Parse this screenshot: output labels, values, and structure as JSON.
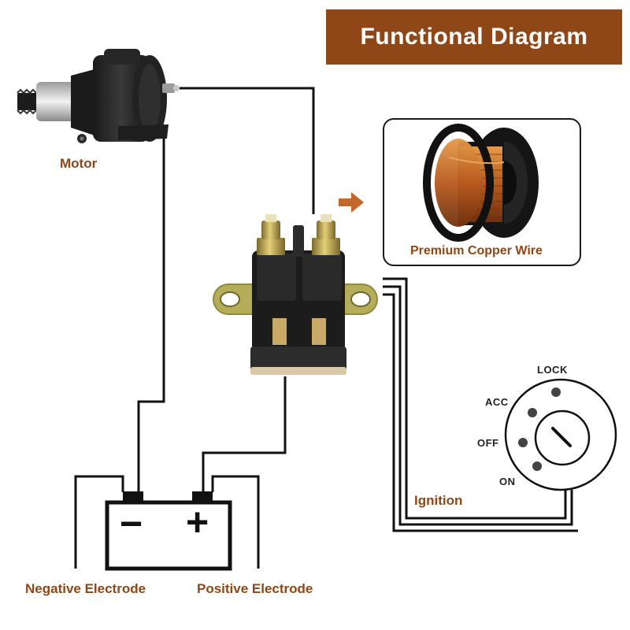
{
  "title": "Functional Diagram",
  "labels": {
    "motor": "Motor",
    "copper_wire": "Premium Copper Wire",
    "ignition": "Ignition",
    "negative_electrode": "Negative Electrode",
    "positive_electrode": "Positive Electrode",
    "lock": "LOCK",
    "acc": "ACC",
    "off": "OFF",
    "on": "ON"
  },
  "battery_symbols": {
    "negative": "−",
    "positive": "+"
  },
  "colors": {
    "brand": "#8f4717",
    "wire": "#111111",
    "copper": "#b85a1e"
  },
  "icons": {
    "motor": "starter-motor-icon",
    "solenoid": "starter-solenoid-icon",
    "spool": "copper-wire-spool-icon",
    "battery": "battery-icon",
    "ignition": "ignition-switch-icon",
    "arrow": "arrow-right-icon"
  }
}
